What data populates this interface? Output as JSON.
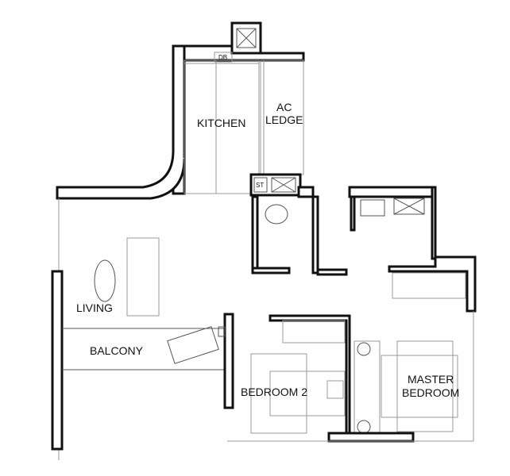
{
  "plan": {
    "rooms": {
      "kitchen": "KITCHEN",
      "ac_ledge_1": "AC",
      "ac_ledge_2": "LEDGE",
      "living": "LIVING",
      "balcony": "BALCONY",
      "bedroom2": "BEDROOM 2",
      "master_1": "MASTER",
      "master_2": "BEDROOM"
    },
    "tags": {
      "db": "DB",
      "st": "ST"
    }
  }
}
